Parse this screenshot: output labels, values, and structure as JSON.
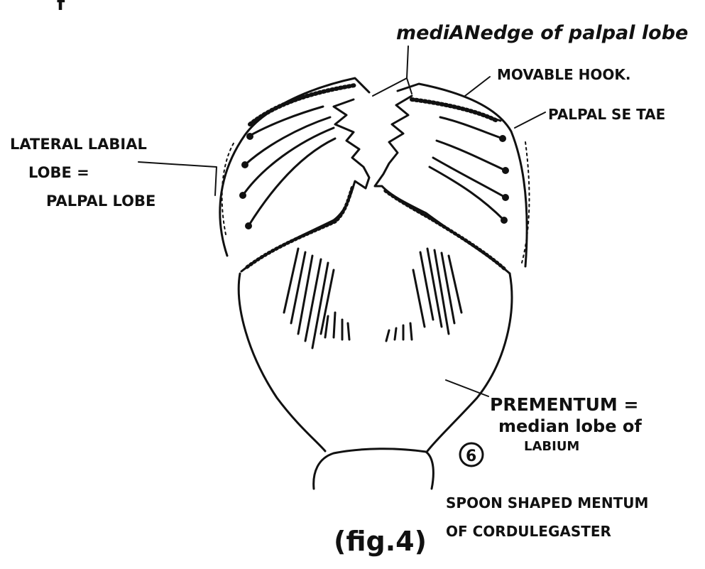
{
  "labels": {
    "top_fragment": "f",
    "median_edge": "mediANedge of palpal lobe",
    "movable_hook": "MOVABLE HOOK.",
    "palpal_setae": "PALPAL SE TAE",
    "lateral_line1": "LATERAL LABIAL",
    "lateral_line2": "LOBE =",
    "lateral_line3": "PALPAL LOBE",
    "prementum_line1": "PREMENTUM =",
    "prementum_line2": "median lobe of",
    "prementum_line3": "LABIUM",
    "circle_number": "6",
    "fig_label": "(fig.4)",
    "caption_line1": "SPOON SHAPED MENTUM",
    "caption_line2": "OF CORDULEGASTER"
  }
}
